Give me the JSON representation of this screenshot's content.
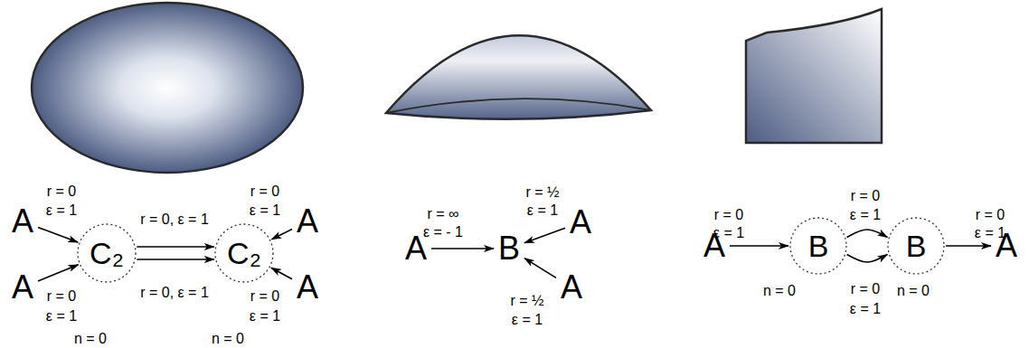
{
  "diagram": {
    "nodes": [
      {
        "text": [
          "A"
        ]
      },
      {
        "text": [
          "A"
        ]
      },
      {
        "text": [
          "C₂"
        ]
      },
      {
        "text": [
          "C₂"
        ]
      },
      {
        "text": [
          "A"
        ]
      },
      {
        "text": [
          "A"
        ]
      },
      {
        "text": [
          "A"
        ]
      },
      {
        "text": [
          "B"
        ]
      },
      {
        "text": [
          "A"
        ]
      },
      {
        "text": [
          "A"
        ]
      },
      {
        "text": [
          "A"
        ]
      },
      {
        "text": [
          "B"
        ]
      },
      {
        "text": [
          "B"
        ]
      },
      {
        "text": [
          "A"
        ]
      }
    ],
    "edges": [
      {
        "from": 0,
        "to": 2,
        "arrow": "to"
      },
      {
        "from": 1,
        "to": 2,
        "arrow": "to"
      },
      {
        "from": 2,
        "to": 3,
        "arrow": "to"
      },
      {
        "from": 2,
        "to": 3,
        "arrow": "to"
      },
      {
        "from": 4,
        "to": 3,
        "arrow": "to"
      },
      {
        "from": 5,
        "to": 3,
        "arrow": "to"
      },
      {
        "from": 6,
        "to": 7,
        "arrow": "to"
      },
      {
        "from": 8,
        "to": 7,
        "arrow": "to"
      },
      {
        "from": 9,
        "to": 7,
        "arrow": "to"
      },
      {
        "from": 10,
        "to": 11,
        "arrow": "to"
      },
      {
        "from": 11,
        "to": 12,
        "arrow": "to"
      },
      {
        "from": 11,
        "to": 12,
        "arrow": "to"
      },
      {
        "from": 12,
        "to": 13,
        "arrow": "to"
      }
    ],
    "labels": [
      "r = 0",
      "ε = 1",
      "r = 0, ε = 1",
      "r = 0",
      "ε = 1",
      "r = 0",
      "ε = 1",
      "r = 0, ε = 1",
      "r = 0",
      "ε = 1",
      "n = 0",
      "n = 0",
      "r = ∞",
      "ε = - 1",
      "r = ½",
      "ε = 1",
      "r = ½",
      "ε = 1",
      "r = 0",
      "ε = 1",
      "r = 0",
      "ε = 1",
      "r = 0",
      "ε = 1",
      "n = 0",
      "r = 0",
      "ε = 1",
      "n = 0"
    ]
  }
}
